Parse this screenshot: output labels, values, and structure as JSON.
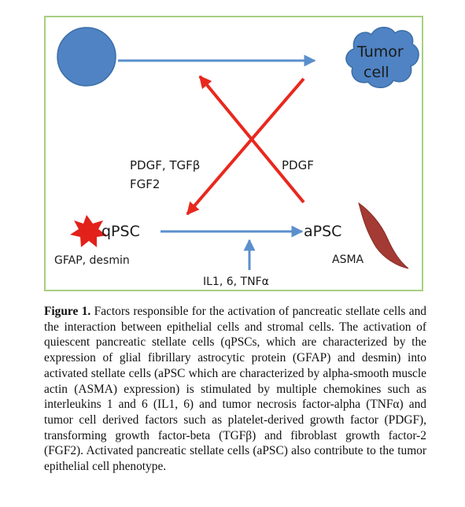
{
  "diagram": {
    "nodes": {
      "tumor_line1": "Tumor",
      "tumor_line2": "cell",
      "qpsc": "qPSC",
      "apsc": "aPSC"
    },
    "labels": {
      "pdgf_tgfb_line1": "PDGF, TGFβ",
      "pdgf_tgfb_line2": "FGF2",
      "pdgf": "PDGF",
      "qpsc_markers": "GFAP, desmin",
      "apsc_markers": "ASMA",
      "stimuli": "IL1, 6, TNFα"
    },
    "colors": {
      "border": "#a6cf7f",
      "blue_shape": "#4f83c3",
      "blue_arrow": "#5b8fcc",
      "red_arrow": "#e8281e",
      "star": "#e2211b",
      "leaf": "#a33a33"
    }
  },
  "caption": {
    "figure_label": "Figure 1.",
    "text": " Factors responsible for the activation of pancreatic stellate cells and the interaction between epithelial cells and stromal cells. The activation of quiescent pancreatic stellate cells (qPSCs, which are characterized by the expression of glial fibrillary astrocytic protein (GFAP) and desmin) into activated stellate cells (aPSC which are characterized by alpha-smooth muscle actin (ASMA) expression) is stimulated by multiple chemokines such as interleukins 1 and 6 (IL1, 6) and tumor necrosis factor-alpha (TNFα) and tumor cell derived factors such as platelet-derived growth factor (PDGF), transforming growth factor-beta (TGFβ) and fibroblast growth factor-2 (FGF2). Activated pancreatic stellate cells (aPSC) also contribute to the tumor epithelial cell phenotype."
  }
}
